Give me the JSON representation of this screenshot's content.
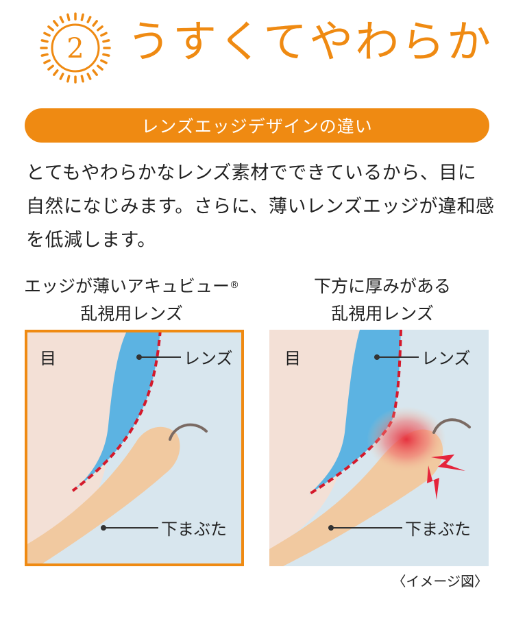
{
  "header": {
    "badge_number": "2",
    "title": "うすくてやわらか"
  },
  "section_pill": "レンズエッジデザインの違い",
  "description": "とてもやわらかなレンズ素材でできているから、目に自然になじみます。さらに、薄いレンズエッジが違和感を低減します。",
  "panels": [
    {
      "caption_line1": "エッジが薄いアキュビュー",
      "caption_mark": "®",
      "caption_line2": "乱視用レンズ",
      "label_eye": "目",
      "label_lens": "レンズ",
      "label_lid": "下まぶた",
      "highlight": true
    },
    {
      "caption_line1": "下方に厚みがある",
      "caption_line2": "乱視用レンズ",
      "label_eye": "目",
      "label_lens": "レンズ",
      "label_lid": "下まぶた",
      "highlight": false
    }
  ],
  "image_note": "〈イメージ図〉",
  "colors": {
    "accent": "#ef8a12",
    "panel_bg": "#d8e6ee",
    "eye": "#f3e0d6",
    "lens": "#5cb3e2",
    "lid": "#f1c9a0",
    "dashed": "#d4192b",
    "irritation": "#e5243b"
  }
}
